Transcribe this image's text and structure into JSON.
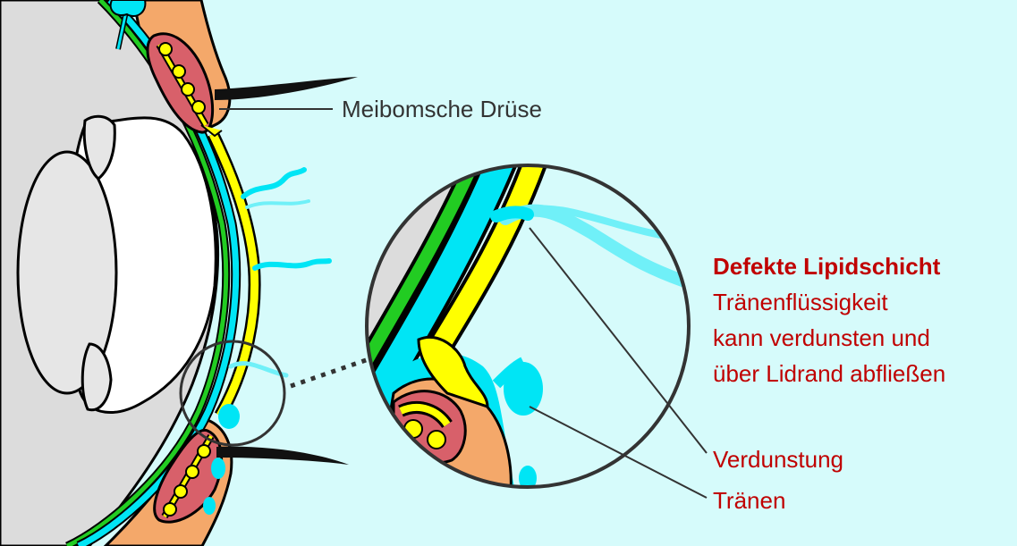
{
  "labels": {
    "gland": "Meibomsche Drüse",
    "heading": "Defekte Lipidschicht",
    "desc1": "Tränenflüssigkeit",
    "desc2": "kann verdunsten und",
    "desc3": "über Lidrand abfließen",
    "evaporation": "Verdunstung",
    "tears": "Tränen"
  },
  "colors": {
    "background": "#d6fbfb",
    "sclera": "#dcdcdc",
    "cornea": "#ffffff",
    "lid_skin": "#f4a86a",
    "gland_body": "#d8606a",
    "gland_duct": "#ffff00",
    "lipid_layer": "#ffff00",
    "tear_film": "#00e5f5",
    "conjunctiva": "#22cc22",
    "heading_text": "#c00000",
    "label_text": "#333333"
  }
}
